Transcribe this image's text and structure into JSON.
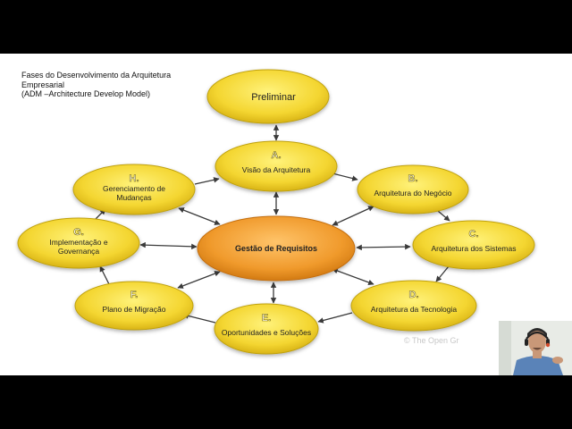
{
  "title": {
    "line1": "Fases do Desenvolvimento da Arquitetura",
    "line2": "Empresarial",
    "line3": "(ADM –Architecture Develop Model)"
  },
  "diagram": {
    "preliminary": "Preliminar",
    "center": "Gestão de Requisitos",
    "phases": [
      {
        "letter": "A.",
        "label": [
          "Visão da Arquitetura"
        ]
      },
      {
        "letter": "B.",
        "label": [
          "Arquitetura do Negócio"
        ]
      },
      {
        "letter": "C.",
        "label": [
          "Arquitetura dos Sistemas"
        ]
      },
      {
        "letter": "D.",
        "label": [
          "Arquitetura da Tecnologia"
        ]
      },
      {
        "letter": "E.",
        "label": [
          "Oportunidades e Soluções"
        ]
      },
      {
        "letter": "F.",
        "label": [
          "Plano de Migração"
        ]
      },
      {
        "letter": "G.",
        "label": [
          "Implementação e",
          "Governança"
        ]
      },
      {
        "letter": "H.",
        "label": [
          "Gerenciamento de",
          "Mudanças"
        ]
      }
    ]
  },
  "watermark": "© The Open Gr",
  "colors": {
    "phase_fill": "#f4d631",
    "center_fill": "#f09a2c",
    "arrow": "#3a3a3a"
  }
}
